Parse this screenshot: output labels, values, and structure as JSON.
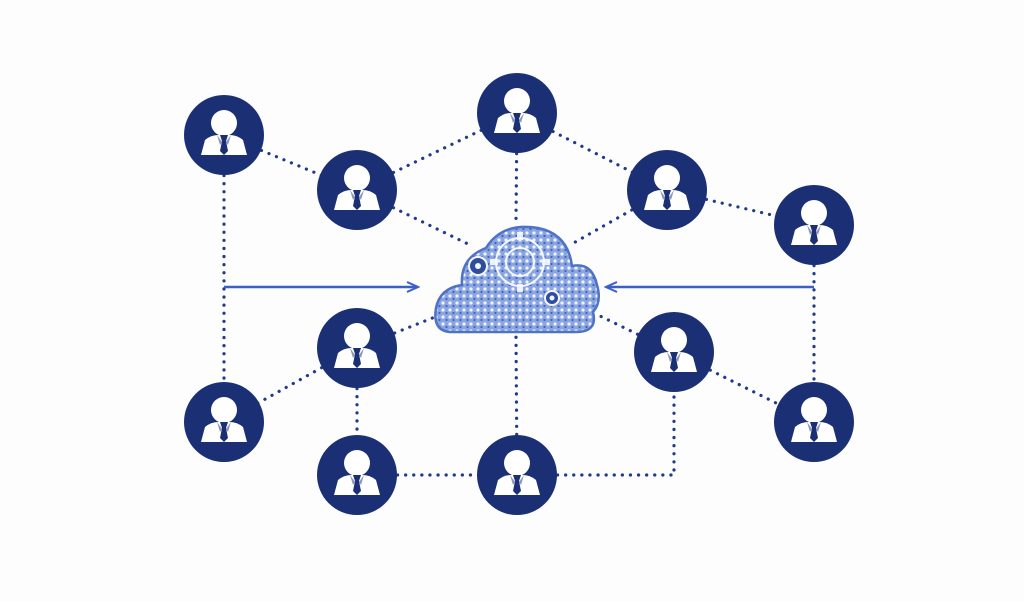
{
  "diagram": {
    "type": "network-diagram",
    "hub": {
      "icon": "cloud-gears-icon"
    },
    "nodes": [
      {
        "id": "n1",
        "icon": "user-icon"
      },
      {
        "id": "n2",
        "icon": "user-icon"
      },
      {
        "id": "n3",
        "icon": "user-icon"
      },
      {
        "id": "n4",
        "icon": "user-icon"
      },
      {
        "id": "n5",
        "icon": "user-icon"
      },
      {
        "id": "n6",
        "icon": "user-icon"
      },
      {
        "id": "n7",
        "icon": "user-icon"
      },
      {
        "id": "n8",
        "icon": "user-icon"
      },
      {
        "id": "n9",
        "icon": "user-icon"
      },
      {
        "id": "n10",
        "icon": "user-icon"
      },
      {
        "id": "n11",
        "icon": "user-icon"
      },
      {
        "id": "n12",
        "icon": "user-icon"
      }
    ],
    "colors": {
      "primary": "#1b2f75",
      "connector": "#1f3b8a",
      "arrow": "#3b5fc4",
      "cloud": "#5a7fd0"
    }
  }
}
